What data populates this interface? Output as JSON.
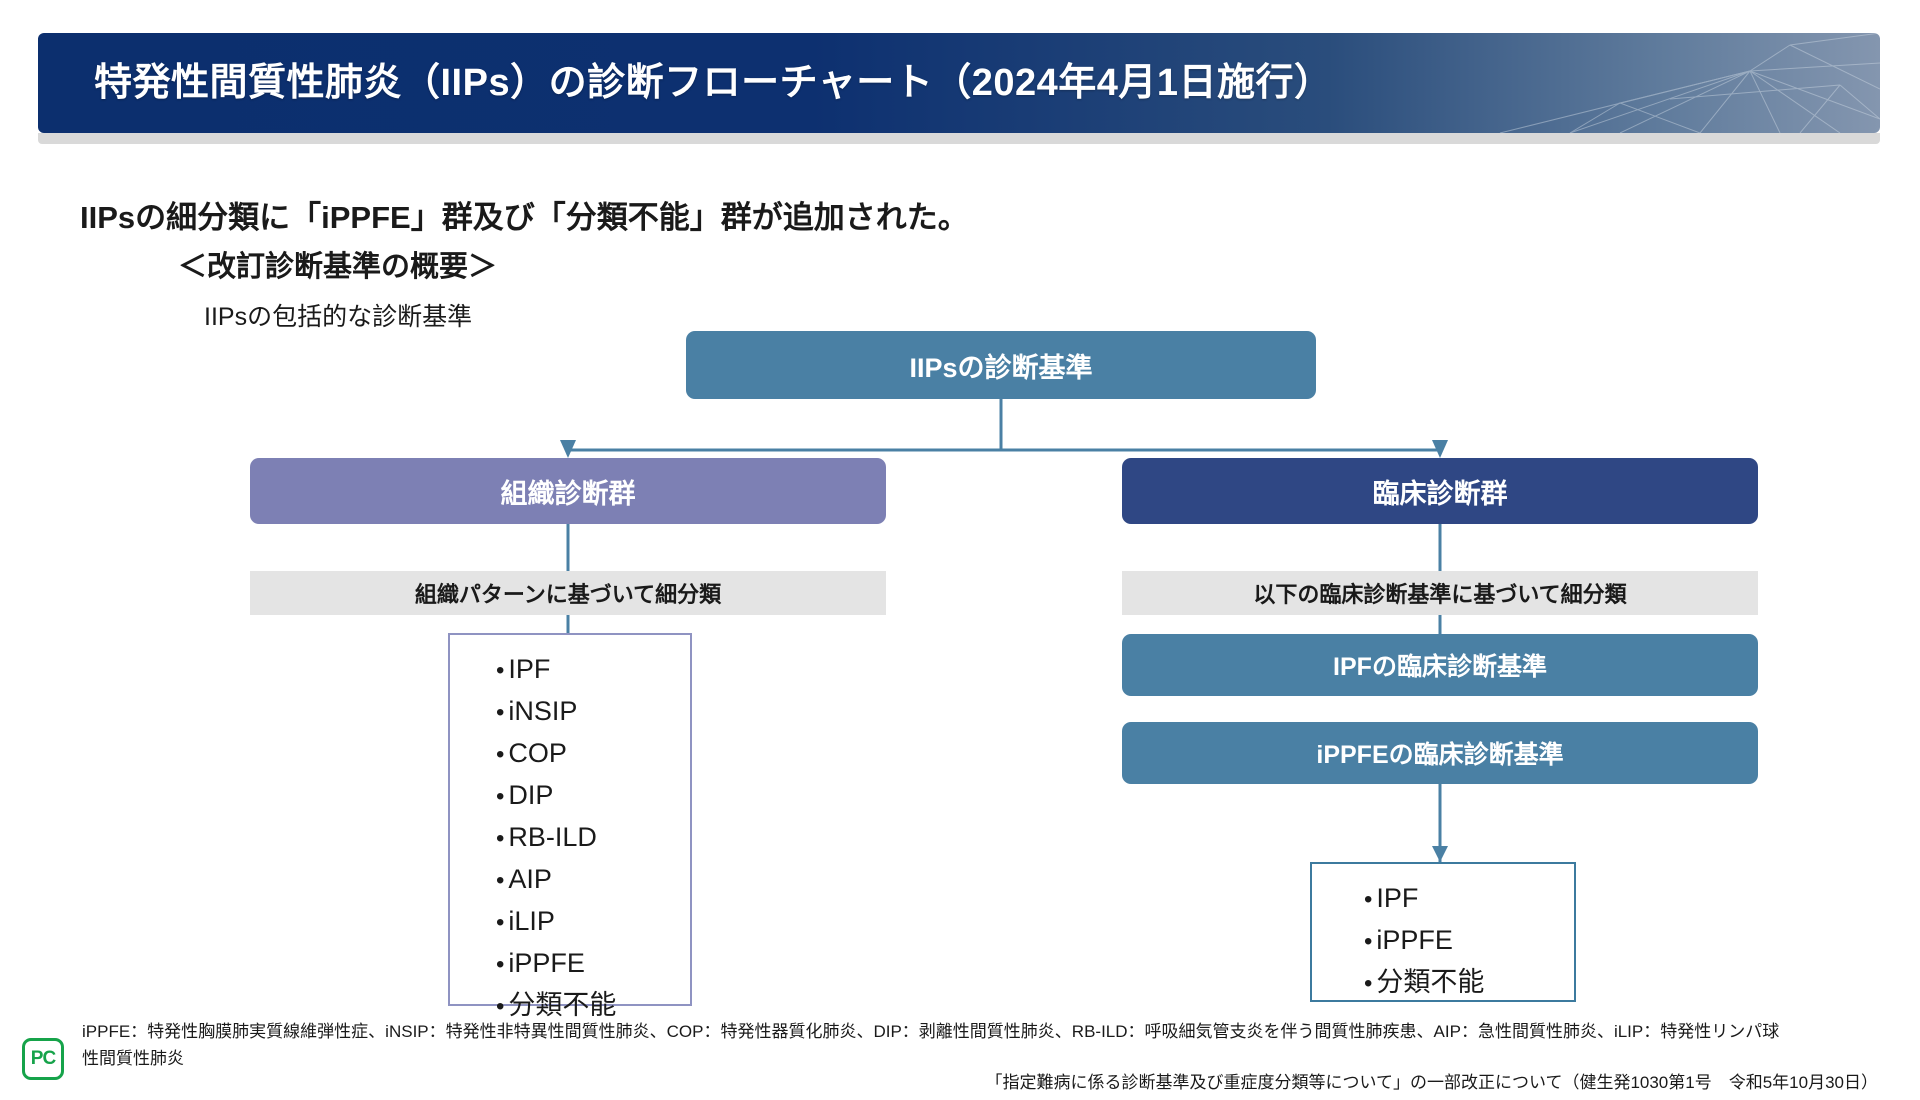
{
  "header": {
    "title": "特発性間質性肺炎（IIPs）の診断フローチャート（2024年4月1日施行）",
    "bar_color": "#0c2f6e",
    "bar_gradient_end": "#8496af",
    "underbar_color": "#d9d9d9",
    "decoration_icon": "network-lines-pattern"
  },
  "lead": {
    "line1": "IIPsの細分類に「iPPFE」群及び「分類不能」群が追加された。",
    "line2": "＜改訂診断基準の概要＞",
    "line3": "IIPsの包括的な診断基準"
  },
  "flow": {
    "root": {
      "label": "IIPsの診断基準",
      "color": "#4a80a4"
    },
    "branches": [
      {
        "label": "組織診断群",
        "color": "#7d80b4",
        "sub_label": "組織パターンに基づいて細分類",
        "sub_label_color": "#e4e4e4",
        "items": [
          "IPF",
          "iNSIP",
          "COP",
          "DIP",
          "RB-ILD",
          "AIP",
          "iLIP",
          "iPPFE",
          "分類不能"
        ],
        "list_border_color": "#8f93c2"
      },
      {
        "label": "臨床診断群",
        "color": "#2f4784",
        "sub_label": "以下の臨床診断基準に基づいて細分類",
        "sub_label_color": "#e4e4e4",
        "criteria_boxes": [
          {
            "label": "IPFの臨床診断基準",
            "color": "#4a80a4"
          },
          {
            "label": "iPPFEの臨床診断基準",
            "color": "#4a80a4"
          }
        ],
        "items": [
          "IPF",
          "iPPFE",
          "分類不能"
        ],
        "list_border_color": "#3c7a9e"
      }
    ],
    "connector_color": "#4a80a4"
  },
  "footnote": {
    "abbreviations": "iPPFE：特発性胸膜肺実質線維弾性症、iNSIP：特発性非特異性間質性肺炎、COP：特発性器質化肺炎、DIP：剥離性間質性肺炎、RB-ILD：呼吸細気管支炎を伴う間質性肺疾患、AIP：急性間質性肺炎、iLIP：特発性リンパ球性間質性肺炎",
    "source": "「指定難病に係る診断基準及び重症度分類等について」の一部改正について（健生発1030第1号　令和5年10月30日）"
  },
  "logo": {
    "text": "PC",
    "color": "#16a34a"
  }
}
